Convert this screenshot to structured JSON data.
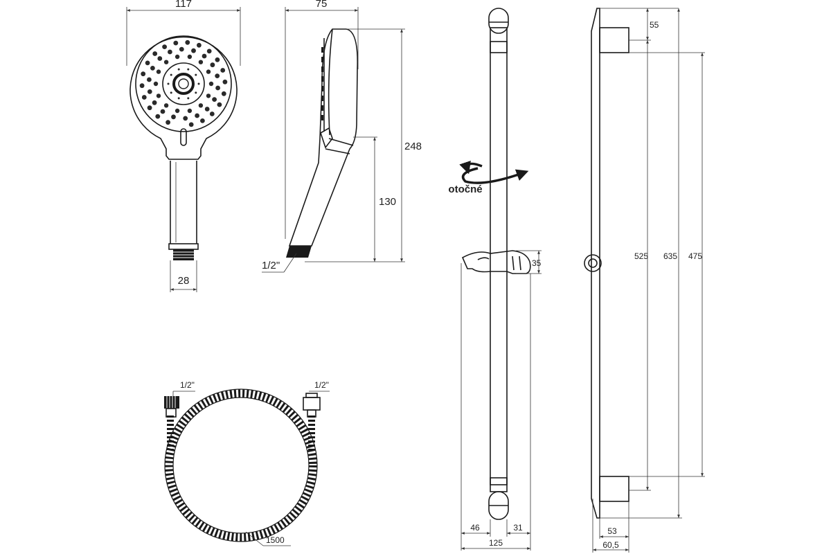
{
  "hand_shower_front": {
    "width_label": "117",
    "connector_label": "28"
  },
  "hand_shower_side": {
    "depth_label": "75",
    "height_label": "248",
    "lower_height_label": "130",
    "thread_label": "1/2\""
  },
  "hose": {
    "left_thread_label": "1/2\"",
    "right_thread_label": "1/2\"",
    "length_label": "1500"
  },
  "rail_front": {
    "rotation_label": "otočné",
    "holder_height_label": "35",
    "offset_left_label": "46",
    "offset_right_label": "31",
    "total_width_label": "125"
  },
  "rail_side": {
    "bracket_label": "55",
    "length_525_label": "525",
    "length_635_label": "635",
    "length_475_label": "475",
    "depth_53_label": "53",
    "depth_60_label": "60,5"
  }
}
